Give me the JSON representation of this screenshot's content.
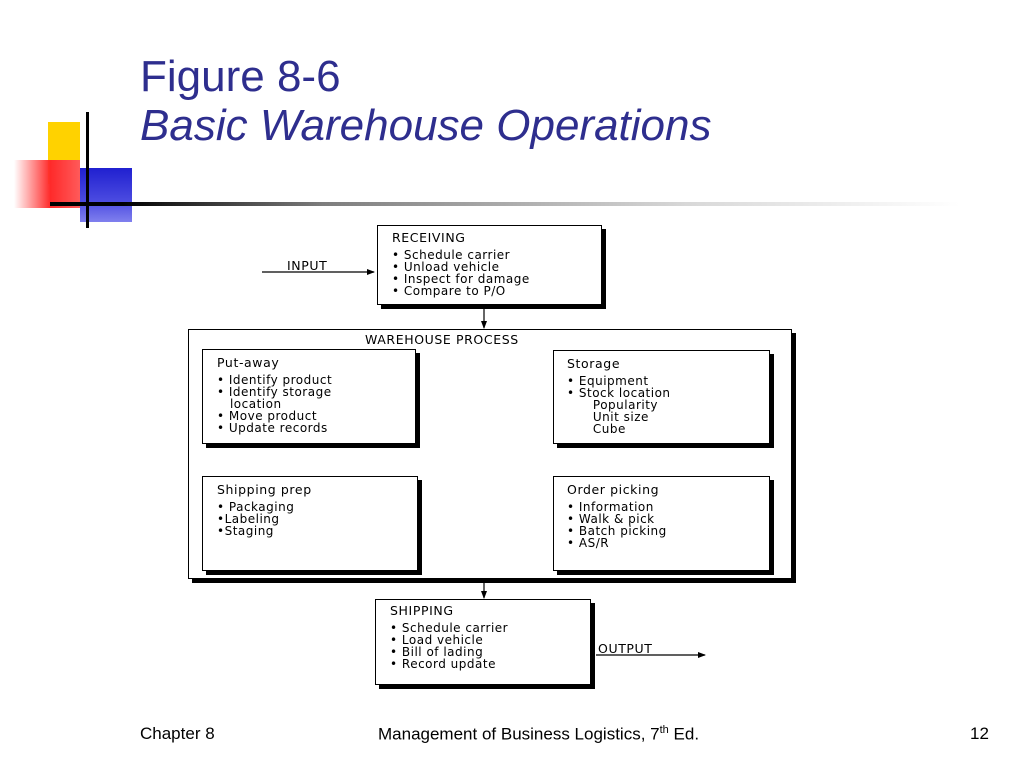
{
  "slide": {
    "title_line1": "Figure 8-6",
    "title_line2": "Basic Warehouse Operations"
  },
  "diagram": {
    "input_label": "INPUT",
    "output_label": "OUTPUT",
    "receiving": {
      "title": "RECEIVING",
      "items": [
        "• Schedule carrier",
        "• Unload vehicle",
        "• Inspect for damage",
        "• Compare to P/O"
      ]
    },
    "process": {
      "title": "WAREHOUSE PROCESS",
      "putaway": {
        "title": "Put-away",
        "items": [
          "• Identify product",
          "• Identify storage",
          "   location",
          "• Move product",
          "• Update records"
        ]
      },
      "storage": {
        "title": "Storage",
        "items": [
          "• Equipment",
          "• Stock location",
          "      Popularity",
          "      Unit size",
          "      Cube"
        ]
      },
      "shipping_prep": {
        "title": "Shipping prep",
        "items": [
          "• Packaging",
          "•Labeling",
          "•Staging"
        ]
      },
      "order_picking": {
        "title": "Order picking",
        "items": [
          "• Information",
          "• Walk & pick",
          "• Batch picking",
          "• AS/R"
        ]
      }
    },
    "shipping": {
      "title": "SHIPPING",
      "items": [
        "• Schedule carrier",
        "• Load vehicle",
        "• Bill of lading",
        "• Record update"
      ]
    }
  },
  "footer": {
    "left": "Chapter 8",
    "center_text": "Management of Business Logistics, 7",
    "center_sup": "th",
    "center_suffix": " Ed.",
    "page_number": "12"
  },
  "colors": {
    "title": "#2e2e8e",
    "accent_yellow": "#ffd200",
    "accent_red": "#ff2a2a",
    "accent_blue": "#2020d0"
  }
}
